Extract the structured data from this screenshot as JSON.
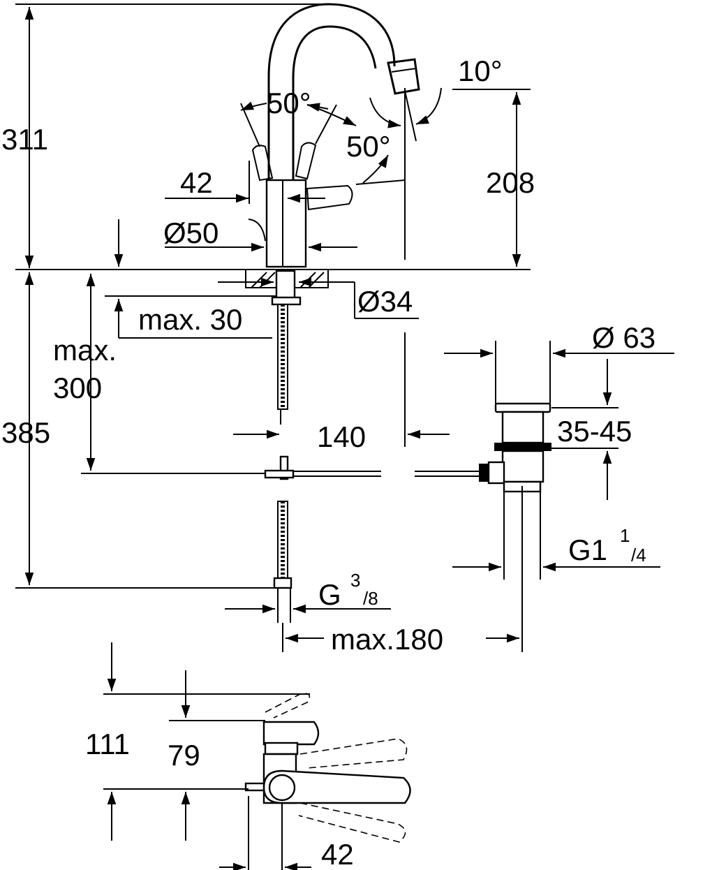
{
  "dimensions": {
    "height_311": "311",
    "height_385": "385",
    "spout_208": "208",
    "angle_10": "10°",
    "swing_50_left": "50°",
    "swing_50_right": "50°",
    "body_42": "42",
    "body_d50": "Ø50",
    "hole_d34": "Ø34",
    "max_30": "max. 30",
    "max_300_line1": "max.",
    "max_300_line2": "300",
    "offset_140": "140",
    "waste_d63": "Ø 63",
    "waste_35_45": "35-45",
    "waste_thread_main": "G1",
    "waste_thread_num": "1",
    "waste_thread_den": "/4",
    "supply_thread_main": "G",
    "supply_thread_num": "3",
    "supply_thread_den": "/8",
    "max_180": "max.180",
    "top_111": "111",
    "top_79": "79",
    "top_42": "42"
  }
}
